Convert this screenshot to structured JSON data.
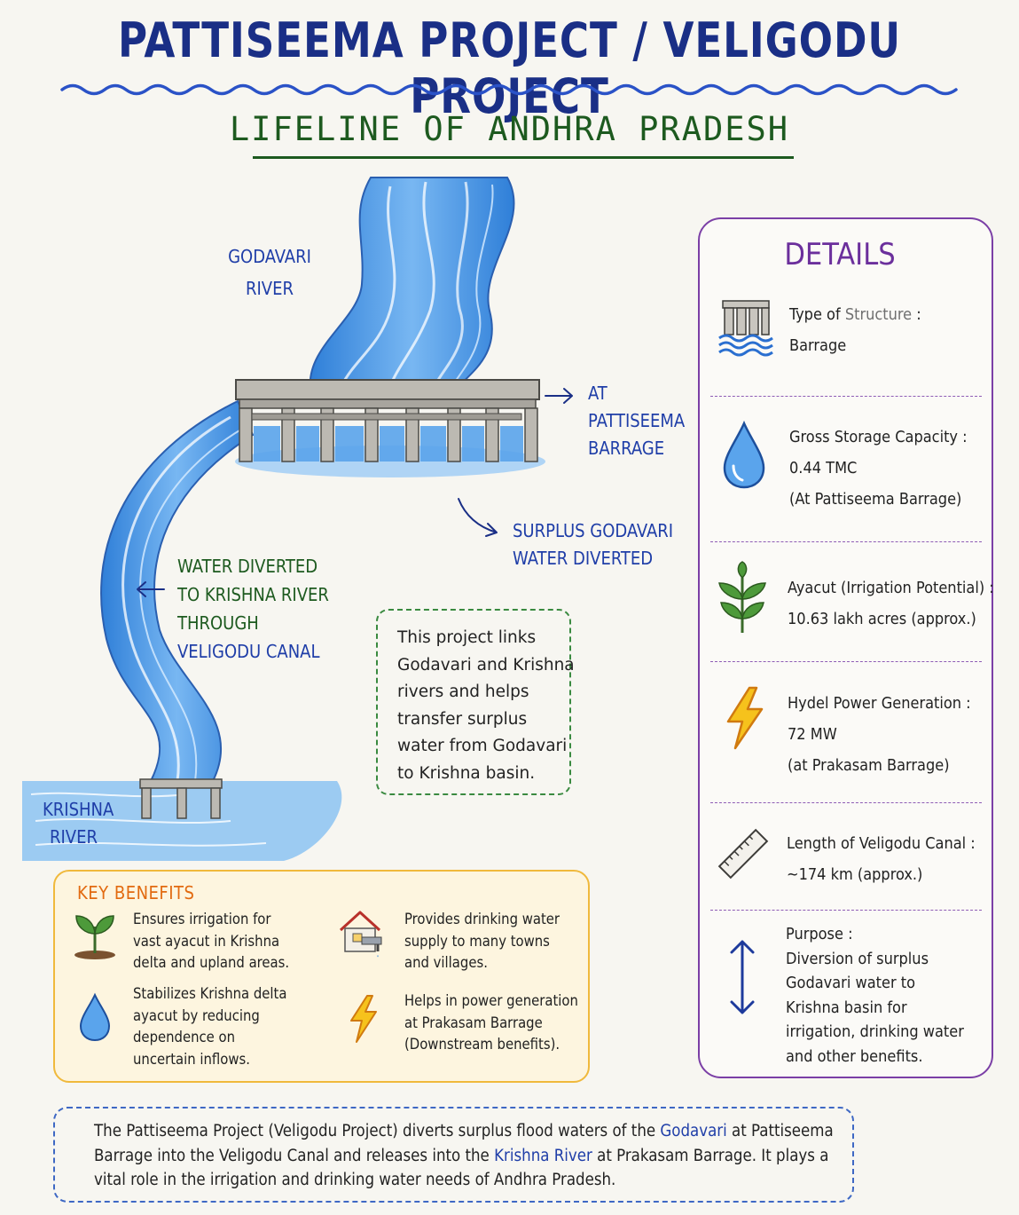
{
  "title": "PATTISEEMA PROJECT / VELIGODU PROJECT",
  "subtitle": "LIFELINE OF ANDHRA PRADESH",
  "diagram": {
    "godavari_label": [
      "GODAVARI",
      "RIVER"
    ],
    "barrage_label": [
      "AT",
      "PATTISEEMA",
      "BARRAGE"
    ],
    "surplus_label": [
      "SURPLUS GODAVARI",
      "WATER DIVERTED"
    ],
    "canal_label": [
      "WATER DIVERTED",
      "TO KRISHNA RIVER",
      "THROUGH",
      "VELIGODU CANAL"
    ],
    "krishna_label": [
      "KRISHNA",
      "RIVER"
    ],
    "info_text": [
      "This project links",
      "Godavari and Krishna",
      "rivers and helps",
      "transfer surplus",
      "water from Godavari",
      "to Krishna basin."
    ]
  },
  "details": {
    "title": "DETAILS",
    "items": [
      {
        "icon": "barrage-icon",
        "label_parts": [
          "Type of ",
          "Structure",
          " :"
        ],
        "value": [
          "Barrage"
        ]
      },
      {
        "icon": "water-drop-icon",
        "label": "Gross Storage Capacity :",
        "value": [
          "0.44 TMC",
          "(At Pattiseema Barrage)"
        ]
      },
      {
        "icon": "plant-icon",
        "label": "Ayacut (Irrigation Potential) :",
        "value": [
          "10.63 lakh acres (approx.)"
        ]
      },
      {
        "icon": "lightning-icon",
        "label": "Hydel Power Generation :",
        "value": [
          "72 MW",
          "(at Prakasam Barrage)"
        ]
      },
      {
        "icon": "ruler-icon",
        "label": "Length of Veligodu Canal :",
        "value": [
          "~174 km (approx.)"
        ]
      },
      {
        "icon": "double-arrow-icon",
        "label": "Purpose :",
        "value": [
          "Diversion of surplus",
          "Godavari water to",
          "Krishna basin for",
          "irrigation, drinking water",
          "and other benefits."
        ]
      }
    ]
  },
  "benefits": {
    "title": "KEY BENEFITS",
    "items": [
      {
        "icon": "sprout-icon",
        "lines": [
          "Ensures irrigation for",
          "vast ayacut in Krishna",
          "delta and upland areas."
        ]
      },
      {
        "icon": "house-tap-icon",
        "lines": [
          "Provides drinking water",
          "supply to many towns",
          "and villages."
        ]
      },
      {
        "icon": "water-drop-icon",
        "lines": [
          "Stabilizes Krishna delta",
          "ayacut by reducing",
          "dependence on",
          "uncertain inflows."
        ]
      },
      {
        "icon": "lightning-icon",
        "lines": [
          "Helps in power generation",
          "at Prakasam Barrage",
          "(Downstream benefits)."
        ]
      }
    ]
  },
  "summary": {
    "p1": "The Pattiseema Project (Veligodu Project) diverts surplus flood waters of the ",
    "h1": "Godavari",
    "p2": " at Pattiseema Barrage into the Veligodu Canal and releases into the ",
    "h2": "Krishna River",
    "p3": " at Prakasam Barrage. It plays a vital role in the irrigation and drinking water needs of Andhra Pradesh."
  },
  "colors": {
    "title_blue": "#1a2f86",
    "subtitle_green": "#1d5a1f",
    "details_purple": "#7b3fa6",
    "benefits_orange": "#e26a10",
    "water_blue": "#3f8fe0"
  }
}
